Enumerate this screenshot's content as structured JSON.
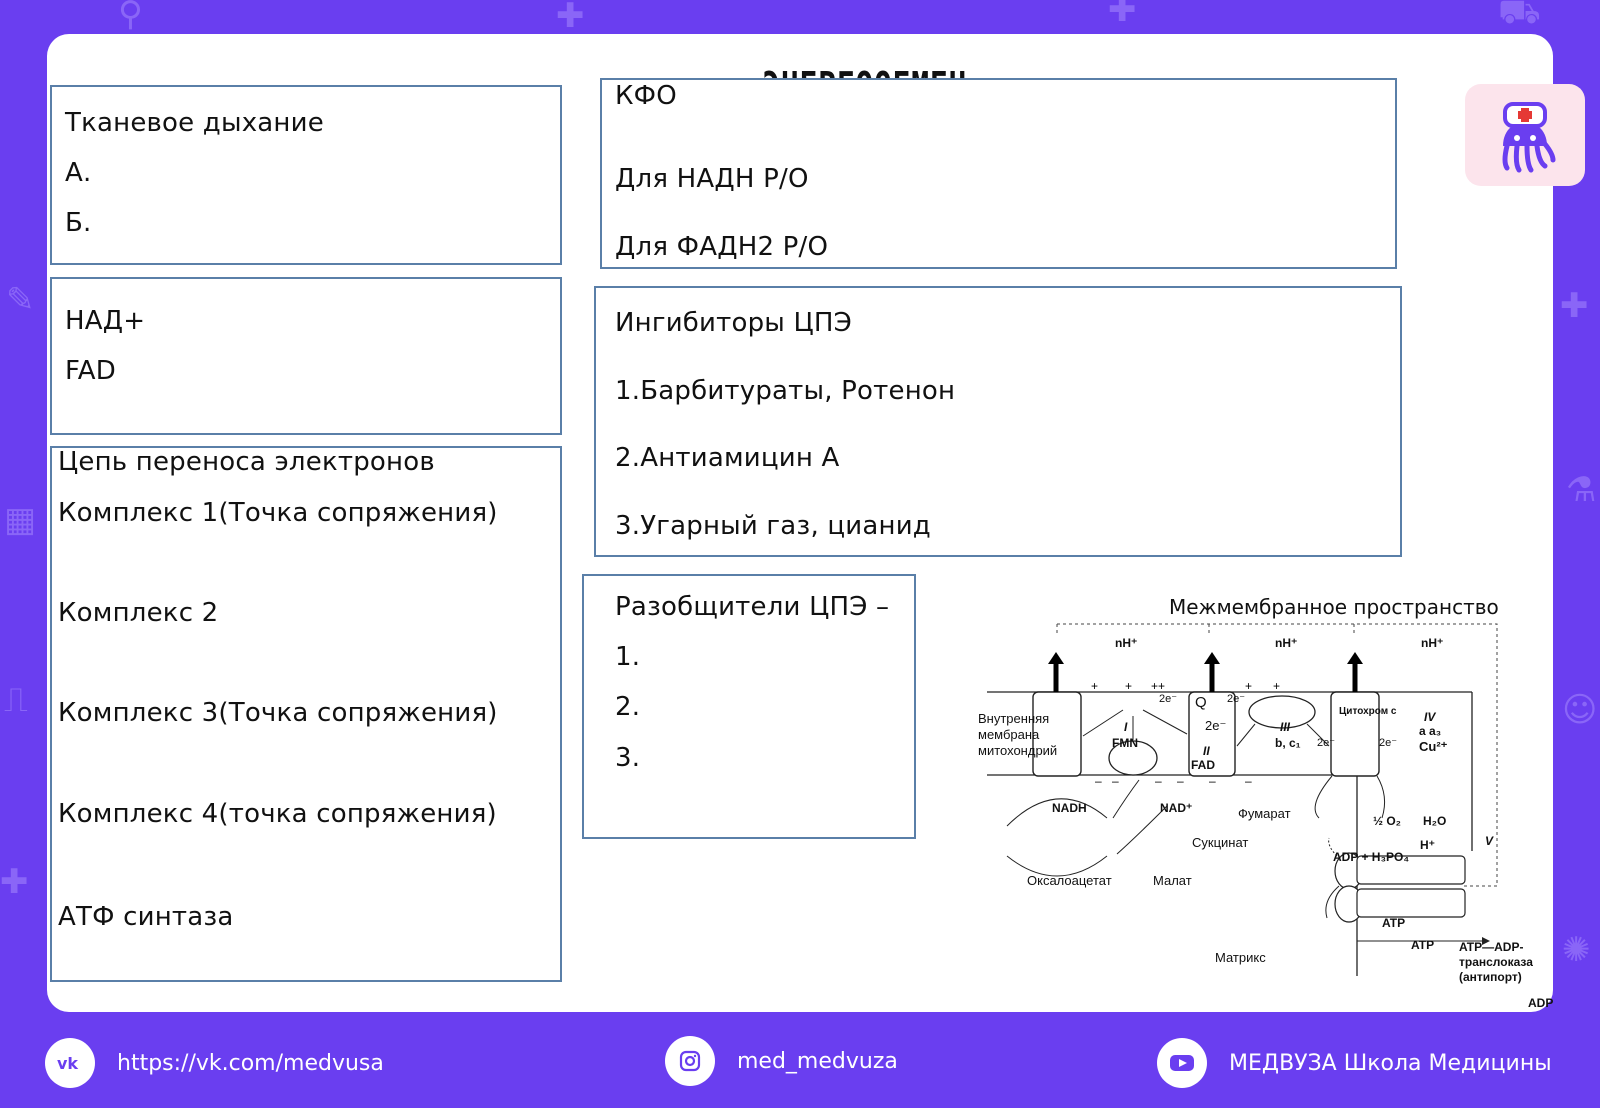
{
  "title": "ЭНЕРГООБМЕН",
  "tissue": {
    "heading": "Тканевое дыхание",
    "a": "А.",
    "b": "Б."
  },
  "coenzymes": {
    "nad": "НАД+",
    "fad": "FAD"
  },
  "etc": {
    "heading": "Цепь переноса электронов",
    "c1": "Комплекс 1(Точка сопряжения)",
    "c2": "Комплекс 2",
    "c3": "Комплекс 3(Точка сопряжения)",
    "c4": "Комплекс 4(точка сопряжения)",
    "atp": "АТФ синтаза"
  },
  "kfo": {
    "heading": "КФО",
    "nadh": "Для НАДН P/O",
    "fadh": "Для ФАДН2 P/O"
  },
  "inhibitors": {
    "heading": "Ингибиторы ЦПЭ",
    "i1": "1.Барбитураты, Ротенон",
    "i2": "2.Антиамицин А",
    "i3": "3.Угарный газ, цианид"
  },
  "uncouplers": {
    "heading": "Разобщители ЦПЭ –",
    "n1": "1.",
    "n2": "2.",
    "n3": "3."
  },
  "diagram": {
    "space": "Межмембранное пространство",
    "membrane1": "Внутренняя",
    "membrane2": "мембрана",
    "membrane3": "митохондрий",
    "nh1": "nH⁺",
    "nh2": "nH⁺",
    "nh3": "nH⁺",
    "c1a": "I",
    "c1b": "FMN",
    "c2a": "II",
    "c2b": "FAD",
    "c3a": "III",
    "c3b": "b, c₁",
    "c4a": "IV",
    "c4b": "a  a₃",
    "c4c": "Cu²⁺",
    "q": "Q",
    "cyt": "Цитохром c",
    "e1": "2e⁻",
    "e2": "2e⁻",
    "e3": "2e⁻",
    "e4": "2e⁻",
    "e5": "2e⁻",
    "nadh": "NADH",
    "nad": "NAD⁺",
    "fumarate": "Фумарат",
    "succinate": "Сукцинат",
    "oxaloacetate": "Оксалоацетат",
    "malate": "Малат",
    "o2": "½ O₂",
    "h2o": "H₂O",
    "hplus": "H⁺",
    "v": "V",
    "adp_p": "ADP + H₃PO₄",
    "atp1": "ATP",
    "atp2": "ATP",
    "matrix": "Матрикс",
    "trans1": "ATP—ADP-",
    "trans2": "транслоказа",
    "trans3": "(антипорт)",
    "adp": "ADP"
  },
  "footer": {
    "vk": "https://vk.com/medvusa",
    "insta": "med_medvuza",
    "yt": "МЕДВУЗА Школа Медицины"
  }
}
